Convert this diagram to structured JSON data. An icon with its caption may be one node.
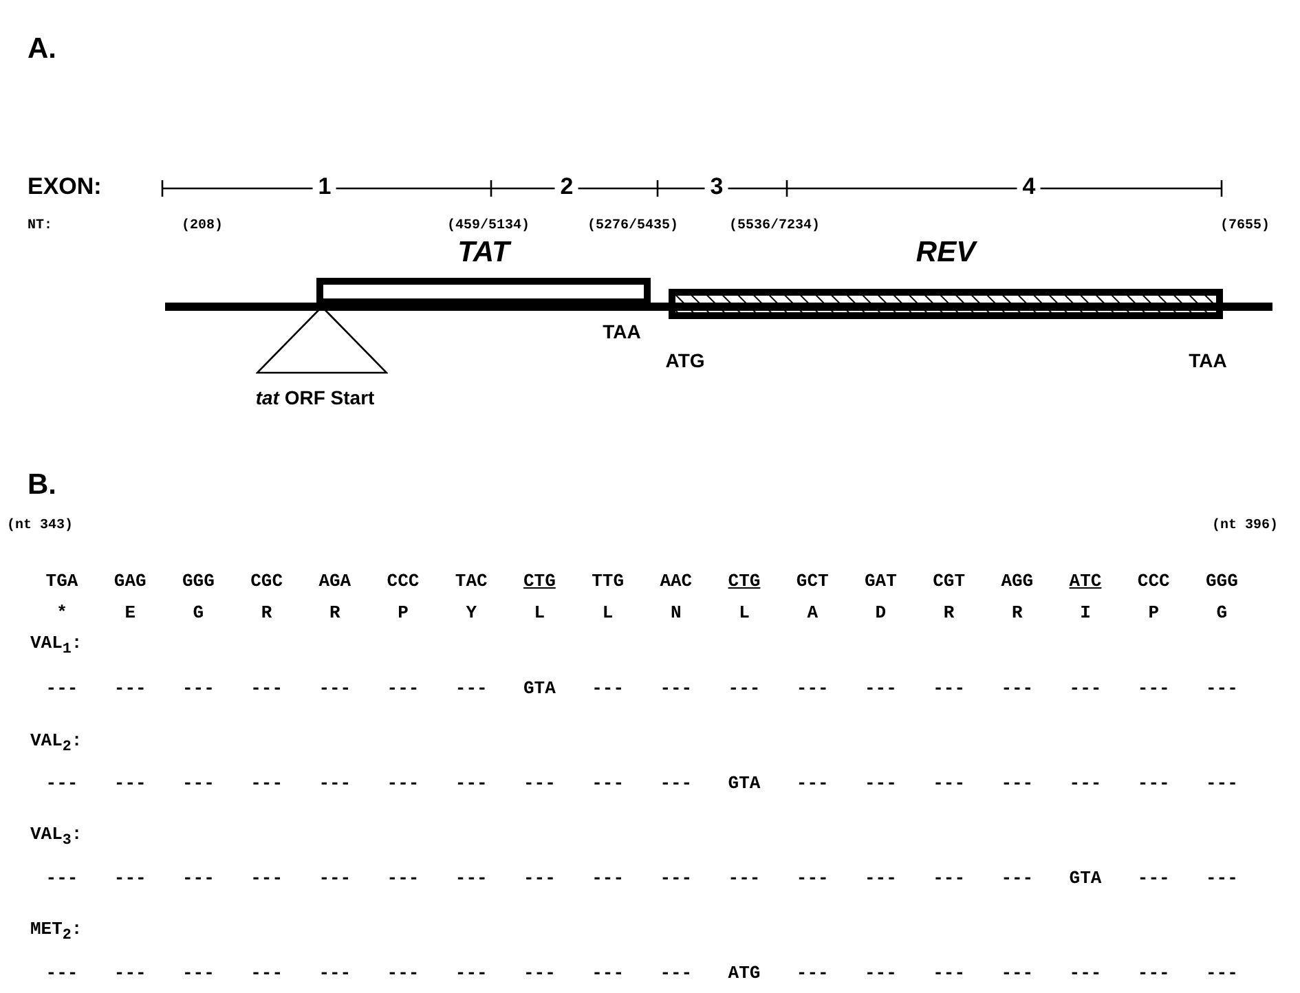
{
  "diagram": {
    "nodes": [
      {
        "text": [
          "TAT"
        ],
        "beside": [
          "TAA"
        ]
      },
      {
        "text": [
          "REV"
        ],
        "beside": [
          "ATG",
          "TAA"
        ]
      },
      {
        "text": [],
        "shape": "triangle",
        "beside": [
          "*tat* ORF Start"
        ]
      }
    ],
    "labels": [
      "A.",
      "EXON:",
      "1",
      "2",
      "3",
      "4",
      "NT:",
      "(208)",
      "(459/5134)",
      "(5276/5435)",
      "(5536/7234)",
      "(7655)",
      "B.",
      "(nt 343)",
      "(nt 396)",
      "TGA",
      "GAG",
      "GGG",
      "CGC",
      "AGA",
      "CCC",
      "TAC",
      "CTG",
      "TTG",
      "AAC",
      "CTG",
      "GCT",
      "GAT",
      "CGT",
      "AGG",
      "ATC",
      "CCC",
      "GGG",
      "*",
      "E",
      "G",
      "R",
      "R",
      "P",
      "Y",
      "L",
      "L",
      "N",
      "L",
      "A",
      "D",
      "R",
      "R",
      "I",
      "P",
      "G",
      "VAL$_{1}$:",
      "---",
      "---",
      "---",
      "---",
      "---",
      "---",
      "---",
      "GTA",
      "---",
      "---",
      "---",
      "---",
      "---",
      "---",
      "---",
      "---",
      "---",
      "---",
      "VAL$_{2}$:",
      "---",
      "---",
      "---",
      "---",
      "---",
      "---",
      "---",
      "---",
      "---",
      "---",
      "GTA",
      "---",
      "---",
      "---",
      "---",
      "---",
      "---",
      "---",
      "VAL$_{3}$:",
      "---",
      "---",
      "---",
      "---",
      "---",
      "---",
      "---",
      "---",
      "---",
      "---",
      "---",
      "---",
      "---",
      "---",
      "---",
      "GTA",
      "---",
      "---",
      "MET$_{2}$:",
      "---",
      "---",
      "---",
      "---",
      "---",
      "---",
      "---",
      "---",
      "---",
      "---",
      "ATG",
      "---",
      "---",
      "---",
      "---",
      "---",
      "---",
      "---"
    ]
  }
}
